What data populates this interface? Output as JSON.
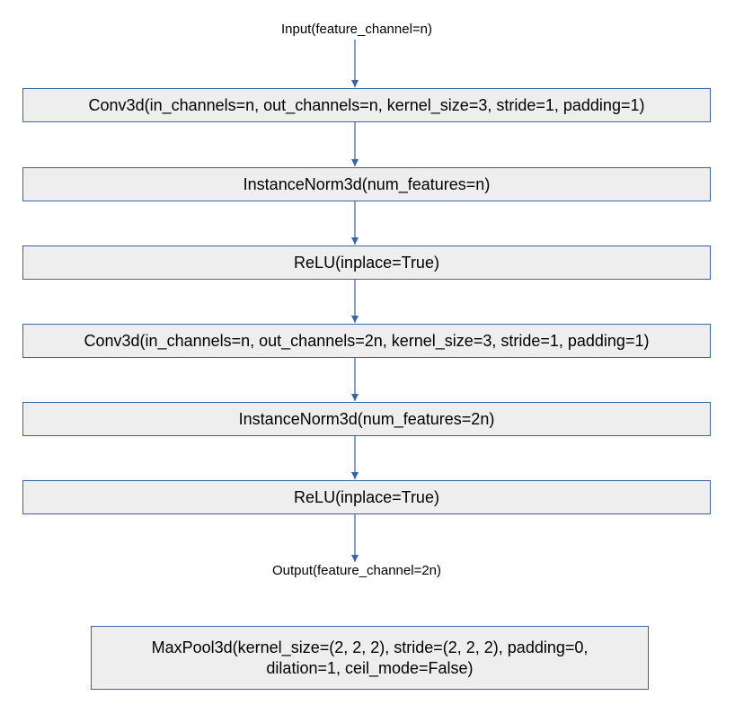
{
  "input_label": "Input(feature_channel=n)",
  "layers": [
    {
      "label": "Conv3d(in_channels=n, out_channels=n, kernel_size=3, stride=1, padding=1)"
    },
    {
      "label": "InstanceNorm3d(num_features=n)"
    },
    {
      "label": "ReLU(inplace=True)"
    },
    {
      "label": "Conv3d(in_channels=n, out_channels=2n, kernel_size=3, stride=1, padding=1)"
    },
    {
      "label": "InstanceNorm3d(num_features=2n)"
    },
    {
      "label": "ReLU(inplace=True)"
    }
  ],
  "output_label": "Output(feature_channel=2n)",
  "pool": {
    "line1": "MaxPool3d(kernel_size=(2, 2, 2), stride=(2, 2, 2), padding=0,",
    "line2": "dilation=1, ceil_mode=False)"
  },
  "colors": {
    "box_fill": "#eeeeee",
    "box_border": "#3465a4",
    "arrow": "#3465a4"
  }
}
